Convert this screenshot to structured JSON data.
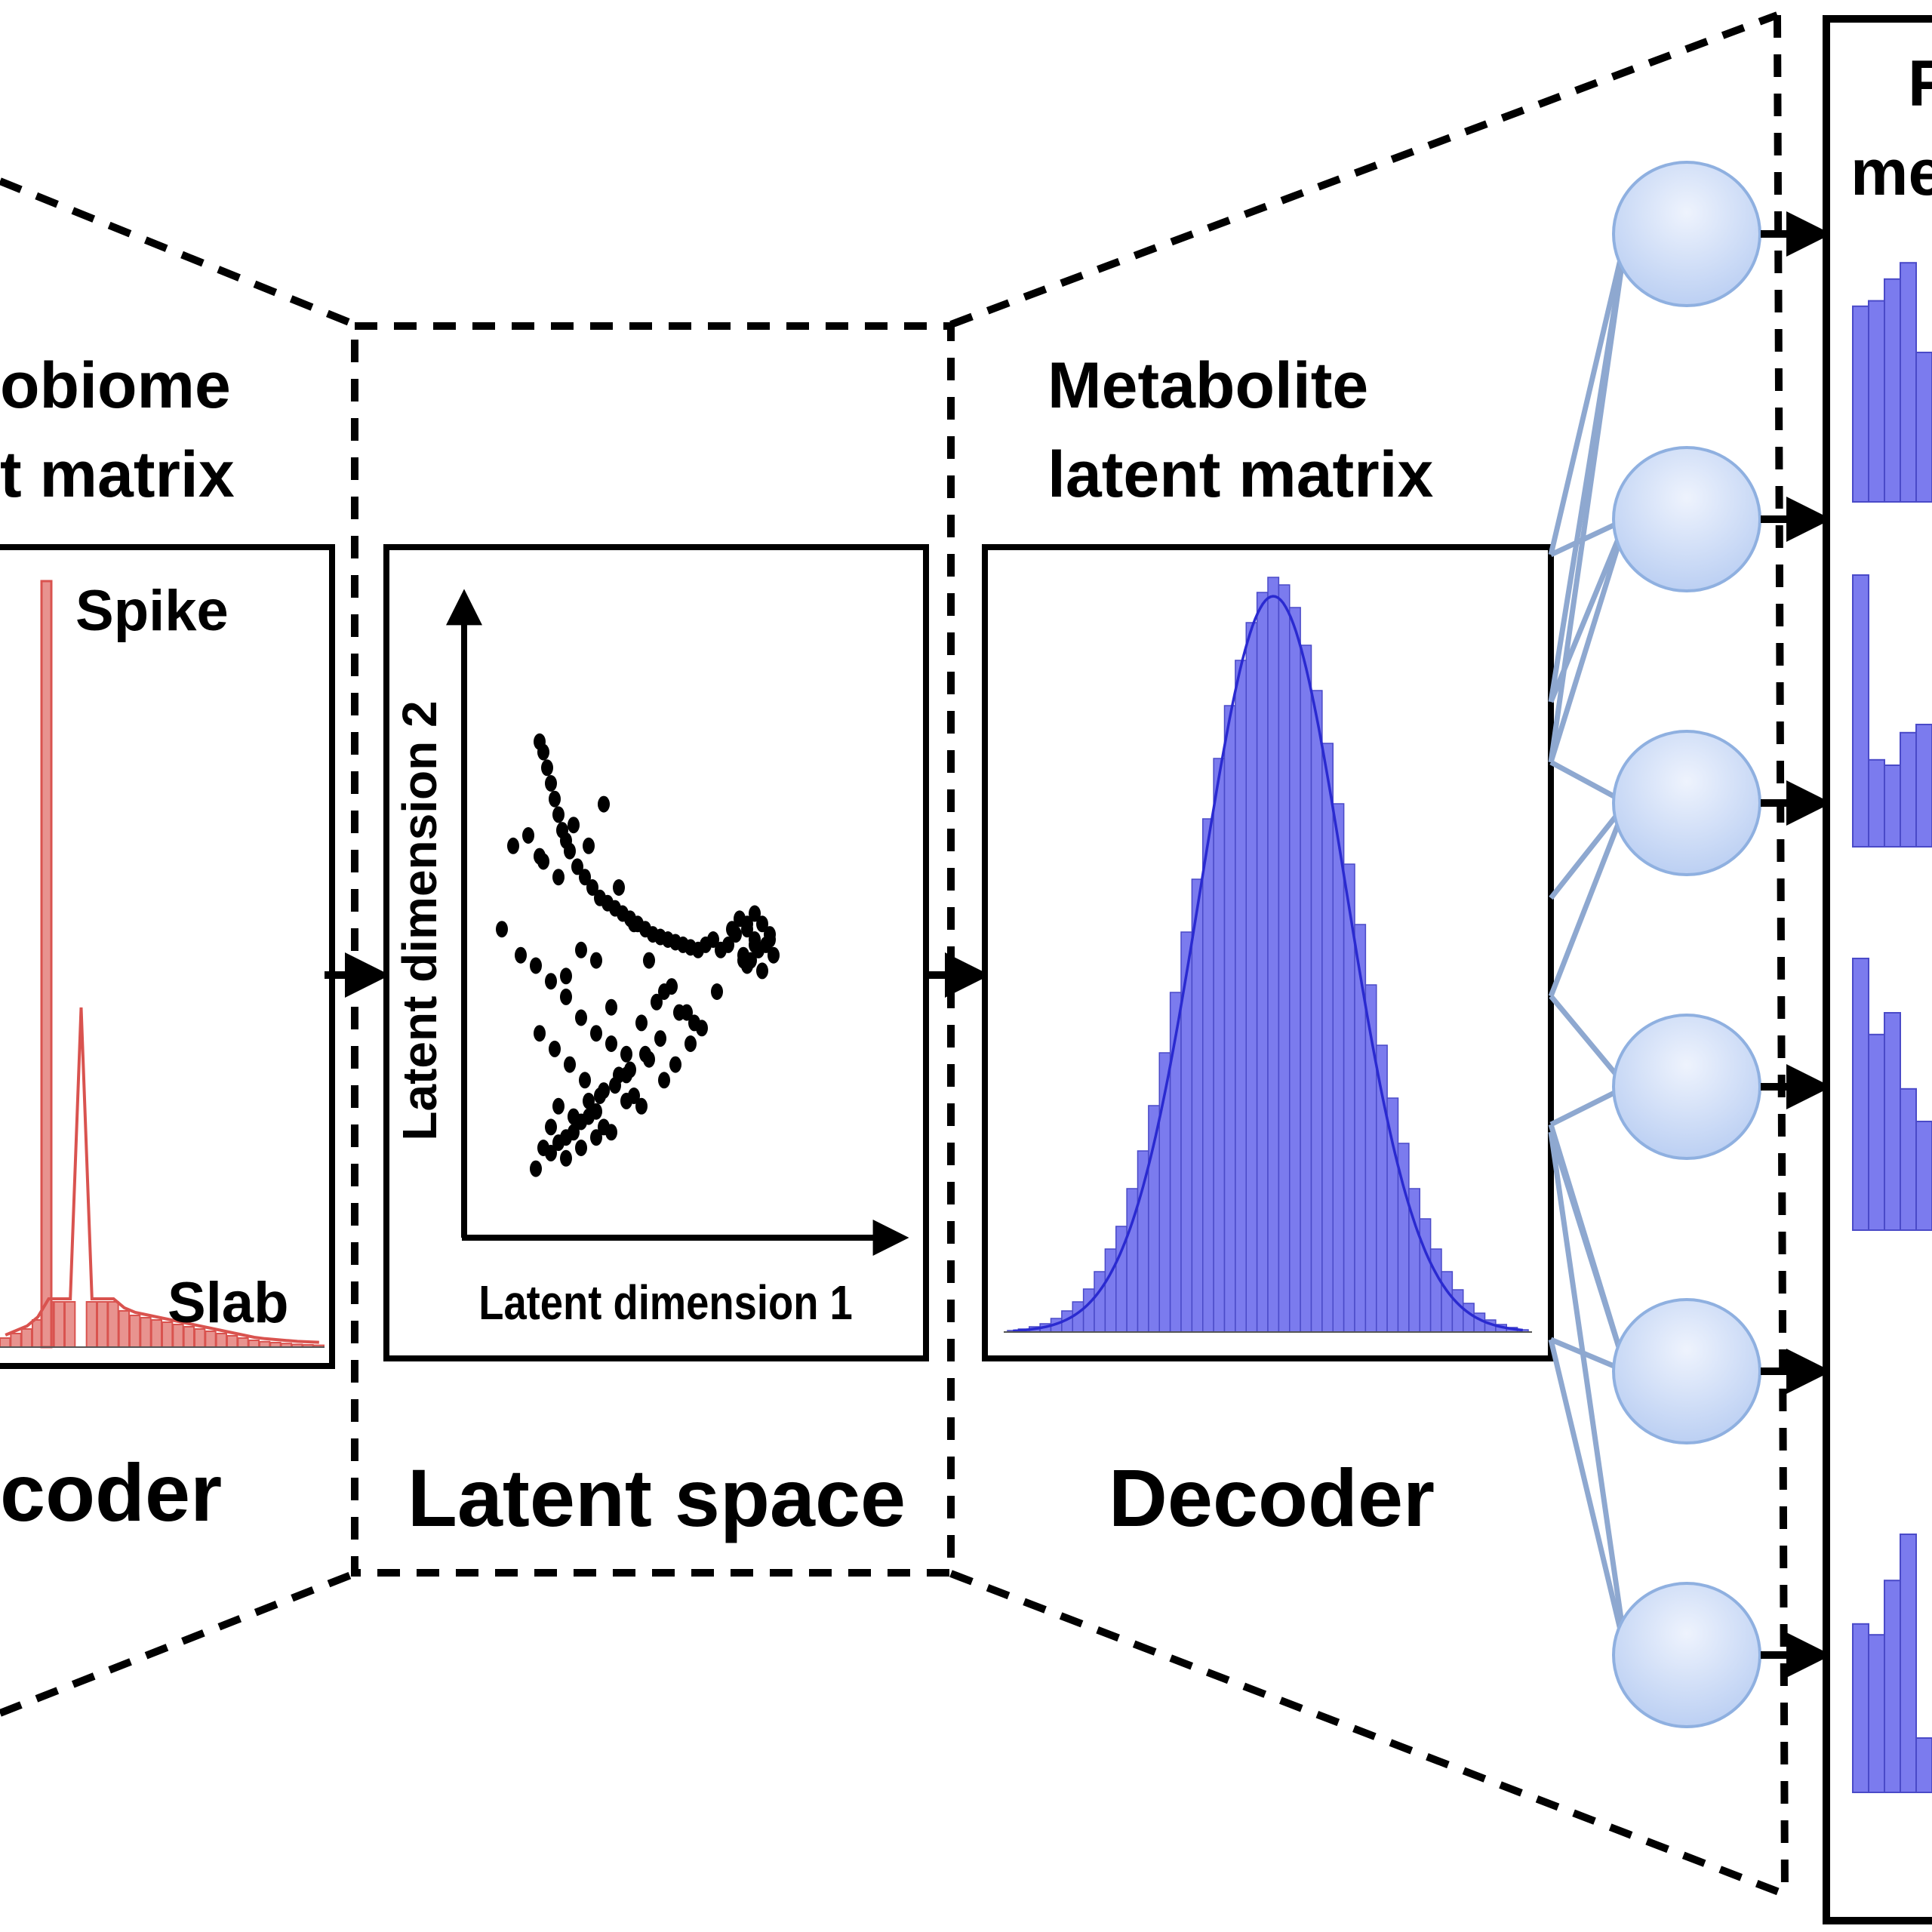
{
  "encoder": {
    "title_line1": "obiome",
    "title_line2": "t matrix",
    "spike_label": "Spike",
    "slab_label": "Slab",
    "section_label": "coder"
  },
  "latent": {
    "section_label": "Latent space",
    "xlabel": "Latent dimension 1",
    "ylabel": "Latent dimension 2"
  },
  "decoder": {
    "title_line1": "Metabolite",
    "title_line2": "latent matrix",
    "section_label": "Decoder"
  },
  "output": {
    "title_line1": "F",
    "title_line2": "me",
    "ellipsis": "⋮"
  },
  "colors": {
    "spike_slab": "#d9534f",
    "spike_fill": "#e8938f",
    "histogram_fill": "#7b7bee",
    "histogram_curve": "#2a2ad0",
    "node_fill": "#cfdcf7",
    "node_stroke": "#8fb0e0",
    "edge": "#8ea8d0"
  },
  "chart_data": [
    {
      "type": "area",
      "name": "spike-and-slab",
      "series": [
        {
          "values": [
            0.02,
            0.03,
            0.04,
            0.06,
            0.1,
            0.2,
            0.45,
            1.0,
            0.45,
            0.2,
            0.1,
            0.08,
            0.07,
            0.065,
            0.06,
            0.055,
            0.05,
            0.045,
            0.04,
            0.035,
            0.03,
            0.025,
            0.02,
            0.015,
            0.012,
            0.01,
            0.008,
            0.006,
            0.005,
            0.004
          ]
        }
      ]
    },
    {
      "type": "scatter",
      "name": "latent-space",
      "xlim": [
        0,
        10
      ],
      "ylim": [
        0,
        10
      ],
      "x": [
        1.5,
        1.6,
        1.7,
        1.8,
        1.9,
        2.0,
        2.1,
        2.2,
        2.3,
        2.5,
        2.7,
        2.9,
        3.1,
        3.3,
        3.5,
        3.7,
        3.9,
        4.1,
        4.3,
        4.5,
        4.7,
        4.9,
        5.1,
        5.3,
        5.5,
        5.7,
        5.9,
        6.1,
        6.3,
        6.5,
        6.7,
        6.9,
        7.0,
        7.1,
        7.2,
        7.3,
        7.4,
        7.5,
        7.6,
        7.7,
        6.8,
        7.0,
        7.2,
        7.4,
        6.6,
        6.9,
        7.3,
        7.6,
        7.0,
        7.2,
        0.5,
        0.8,
        1.2,
        1.6,
        2.0,
        2.4,
        2.8,
        3.2,
        3.6,
        4.0,
        4.4,
        4.8,
        5.2,
        5.6,
        1.0,
        1.4,
        1.8,
        2.2,
        2.6,
        3.0,
        3.4,
        3.8,
        4.2,
        4.6,
        5.0,
        5.4,
        5.8,
        6.2,
        1.5,
        1.9,
        2.3,
        2.7,
        3.1,
        3.5,
        3.9,
        4.3,
        4.7,
        5.1,
        5.5,
        2.0,
        2.4,
        2.8,
        3.2,
        3.6,
        4.0,
        4.4,
        4.8,
        1.8,
        2.2,
        2.6,
        3.0,
        3.4,
        3.8,
        1.6,
        2.0,
        2.4,
        2.8,
        3.2,
        2.2,
        2.6,
        3.0,
        1.4,
        1.8,
        2.2,
        2.6,
        3.0,
        3.4,
        3.8,
        4.2,
        1.5
      ],
      "y": [
        8.8,
        8.6,
        8.3,
        8.0,
        7.7,
        7.4,
        7.1,
        6.9,
        6.7,
        6.4,
        6.2,
        6.0,
        5.8,
        5.7,
        5.6,
        5.5,
        5.4,
        5.3,
        5.2,
        5.1,
        5.05,
        5.0,
        4.95,
        4.9,
        4.85,
        4.8,
        4.9,
        5.0,
        4.8,
        4.9,
        5.1,
        4.7,
        5.2,
        4.6,
        5.0,
        4.8,
        5.3,
        4.9,
        5.1,
        4.7,
        5.4,
        4.5,
        5.5,
        4.4,
        5.2,
        4.6,
        4.8,
        5.0,
        5.3,
        4.9,
        5.2,
        6.8,
        7.0,
        6.5,
        6.2,
        7.2,
        6.8,
        7.6,
        6.0,
        5.3,
        4.6,
        4.0,
        3.6,
        3.4,
        4.7,
        4.5,
        4.2,
        3.9,
        3.5,
        3.2,
        3.0,
        2.8,
        3.4,
        3.8,
        4.1,
        3.6,
        3.3,
        4.0,
        3.2,
        2.9,
        2.6,
        2.3,
        2.0,
        2.2,
        2.5,
        2.8,
        3.1,
        2.6,
        3.0,
        1.8,
        1.6,
        1.9,
        2.1,
        2.4,
        2.0,
        2.7,
        2.3,
        1.4,
        1.2,
        1.5,
        1.7,
        1.3,
        1.9,
        1.0,
        1.1,
        1.3,
        1.6,
        1.4,
        0.8,
        1.0,
        1.2,
        0.6,
        0.9,
        4.3,
        4.8,
        4.6,
        3.7,
        2.4,
        1.8,
        6.6
      ]
    },
    {
      "type": "bar",
      "name": "metabolite-histogram",
      "values": [
        0.002,
        0.004,
        0.007,
        0.011,
        0.018,
        0.028,
        0.04,
        0.057,
        0.08,
        0.11,
        0.14,
        0.19,
        0.24,
        0.3,
        0.37,
        0.45,
        0.53,
        0.6,
        0.68,
        0.76,
        0.83,
        0.89,
        0.94,
        0.98,
        1.0,
        0.99,
        0.96,
        0.91,
        0.85,
        0.78,
        0.7,
        0.62,
        0.54,
        0.46,
        0.38,
        0.31,
        0.25,
        0.19,
        0.15,
        0.11,
        0.08,
        0.056,
        0.038,
        0.025,
        0.016,
        0.01,
        0.006,
        0.003
      ]
    },
    {
      "type": "bar",
      "name": "output-histograms",
      "series": [
        {
          "values": [
            0.72,
            0.74,
            0.82,
            0.88,
            0.55
          ]
        },
        {
          "values": [
            1.0,
            0.32,
            0.3,
            0.42,
            0.45
          ]
        },
        {
          "values": [
            1.0,
            0.72,
            0.8,
            0.52,
            0.4
          ]
        },
        {
          "values": [
            0.62,
            0.58,
            0.78,
            0.95,
            0.2
          ]
        }
      ]
    }
  ]
}
